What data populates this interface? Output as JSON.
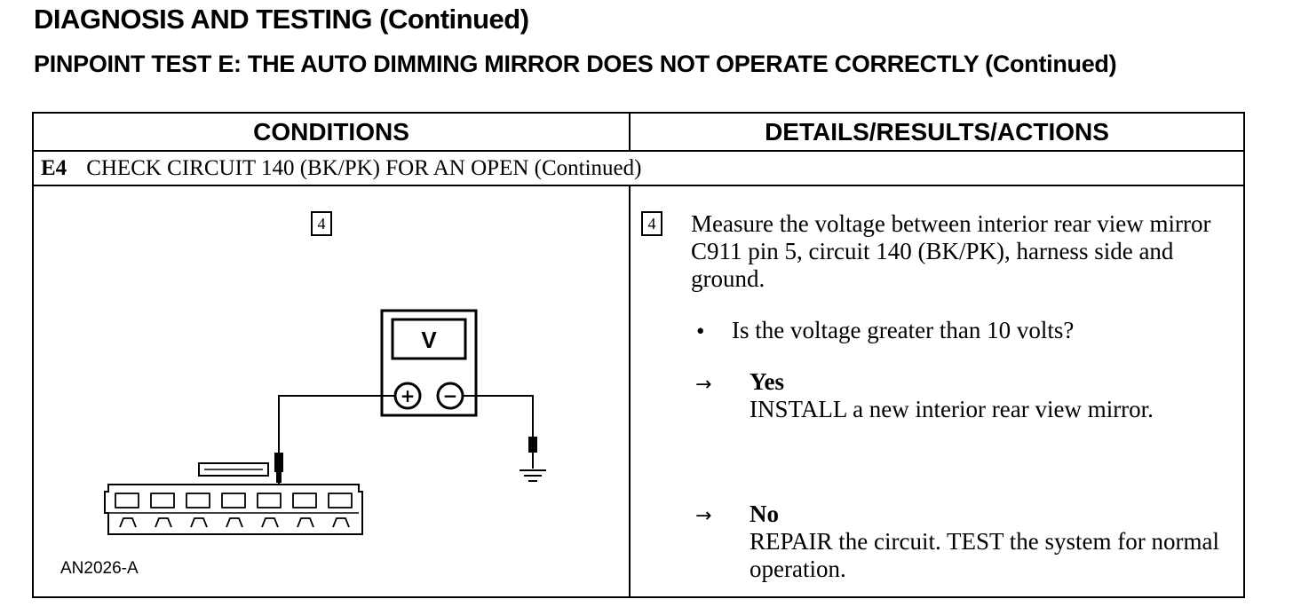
{
  "page": {
    "title": "DIAGNOSIS AND TESTING (Continued)",
    "subtitle": "PINPOINT TEST E: THE AUTO DIMMING MIRROR DOES NOT OPERATE CORRECTLY (Continued)"
  },
  "table": {
    "col_conditions": "CONDITIONS",
    "col_details": "DETAILS/RESULTS/ACTIONS",
    "step_id": "E4",
    "step_title": "CHECK CIRCUIT 140 (BK/PK) FOR AN OPEN (Continued)"
  },
  "conditions": {
    "badge": "4",
    "meter_label": "V",
    "plus_symbol": "+",
    "minus_symbol": "−",
    "figure_id": "AN2026-A"
  },
  "details": {
    "badge": "4",
    "instruction": "Measure the voltage between interior rear view mirror C911 pin 5, circuit 140 (BK/PK), harness side and ground.",
    "bullet": "•",
    "question": "Is the voltage greater than 10 volts?",
    "arrow": "→",
    "yes_label": "Yes",
    "yes_action": "INSTALL a new interior rear view mirror.",
    "no_label": "No",
    "no_action": "REPAIR the circuit. TEST the system for normal operation."
  }
}
